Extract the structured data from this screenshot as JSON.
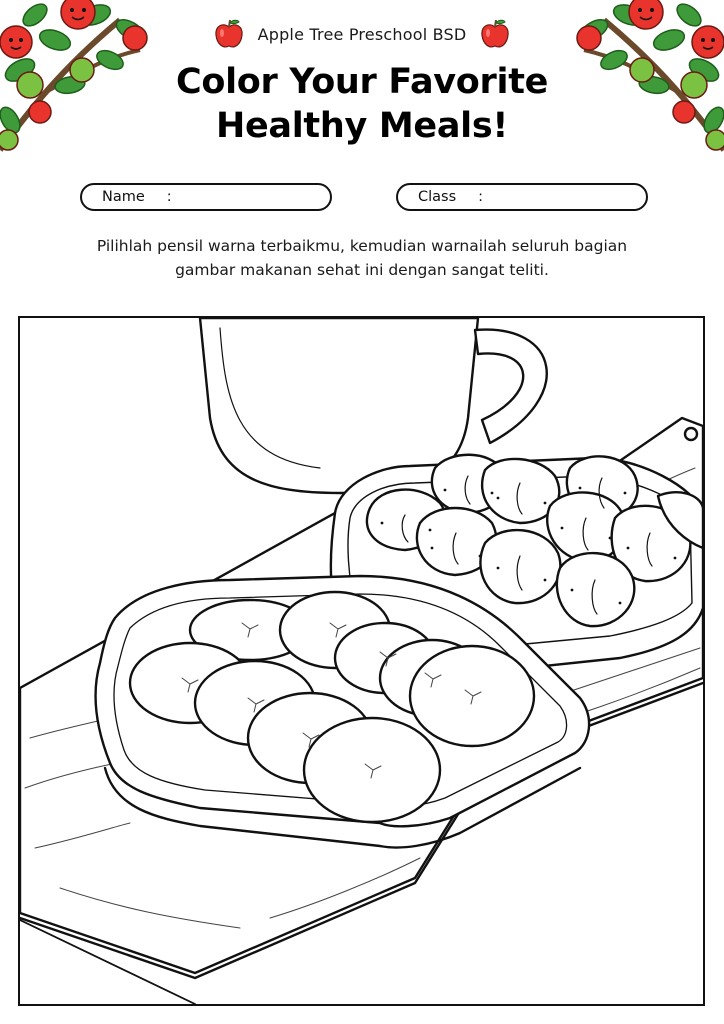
{
  "header": {
    "school_name": "Apple Tree Preschool BSD",
    "title_line1": "Color Your Favorite",
    "title_line2": "Healthy Meals!",
    "icons": [
      "apple-icon",
      "apple-icon"
    ]
  },
  "form": {
    "name_label": "Name",
    "class_label": "Class",
    "separator": ":"
  },
  "instructions": {
    "line1": "Pilihlah pensil warna terbaikmu, kemudian warnailah seluruh bagian",
    "line2": "gambar makanan sehat ini dengan sangat teliti."
  },
  "colors": {
    "apple_red": "#e8342c",
    "leaf_green": "#3f9b3a",
    "light_apple_green": "#7cc242",
    "branch_brown": "#6b4a2b",
    "ink": "#111111"
  }
}
